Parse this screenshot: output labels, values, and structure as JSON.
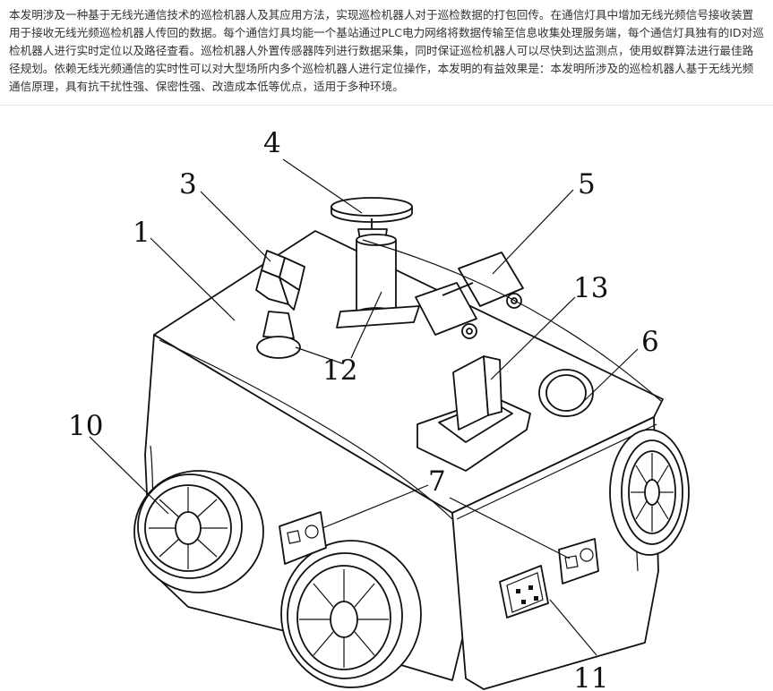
{
  "abstract": {
    "text": "本发明涉及一种基于无线光通信技术的巡检机器人及其应用方法，实现巡检机器人对于巡检数据的打包回传。在通信灯具中增加无线光频信号接收装置用于接收无线光频巡检机器人传回的数据。每个通信灯具均能一个基站通过PLC电力网络将数据传输至信息收集处理服务端，每个通信灯具独有的ID对巡检机器人进行实时定位以及路径查看。巡检机器人外置传感器阵列进行数据采集，同时保证巡检机器人可以尽快到达监测点，使用蚁群算法进行最佳路径规划。依赖无线光频通信的实时性可以对大型场所内多个巡检机器人进行定位操作，本发明的有益效果是：本发明所涉及的巡检机器人基于无线光频通信原理，具有抗干扰性强、保密性强、改造成本低等优点，适用于多种环境。"
  },
  "figure": {
    "labels": {
      "l1": "1",
      "l3": "3",
      "l4": "4",
      "l5": "5",
      "l6": "6",
      "l7": "7",
      "l10": "10",
      "l11": "11",
      "l12": "12",
      "l13": "13"
    }
  }
}
